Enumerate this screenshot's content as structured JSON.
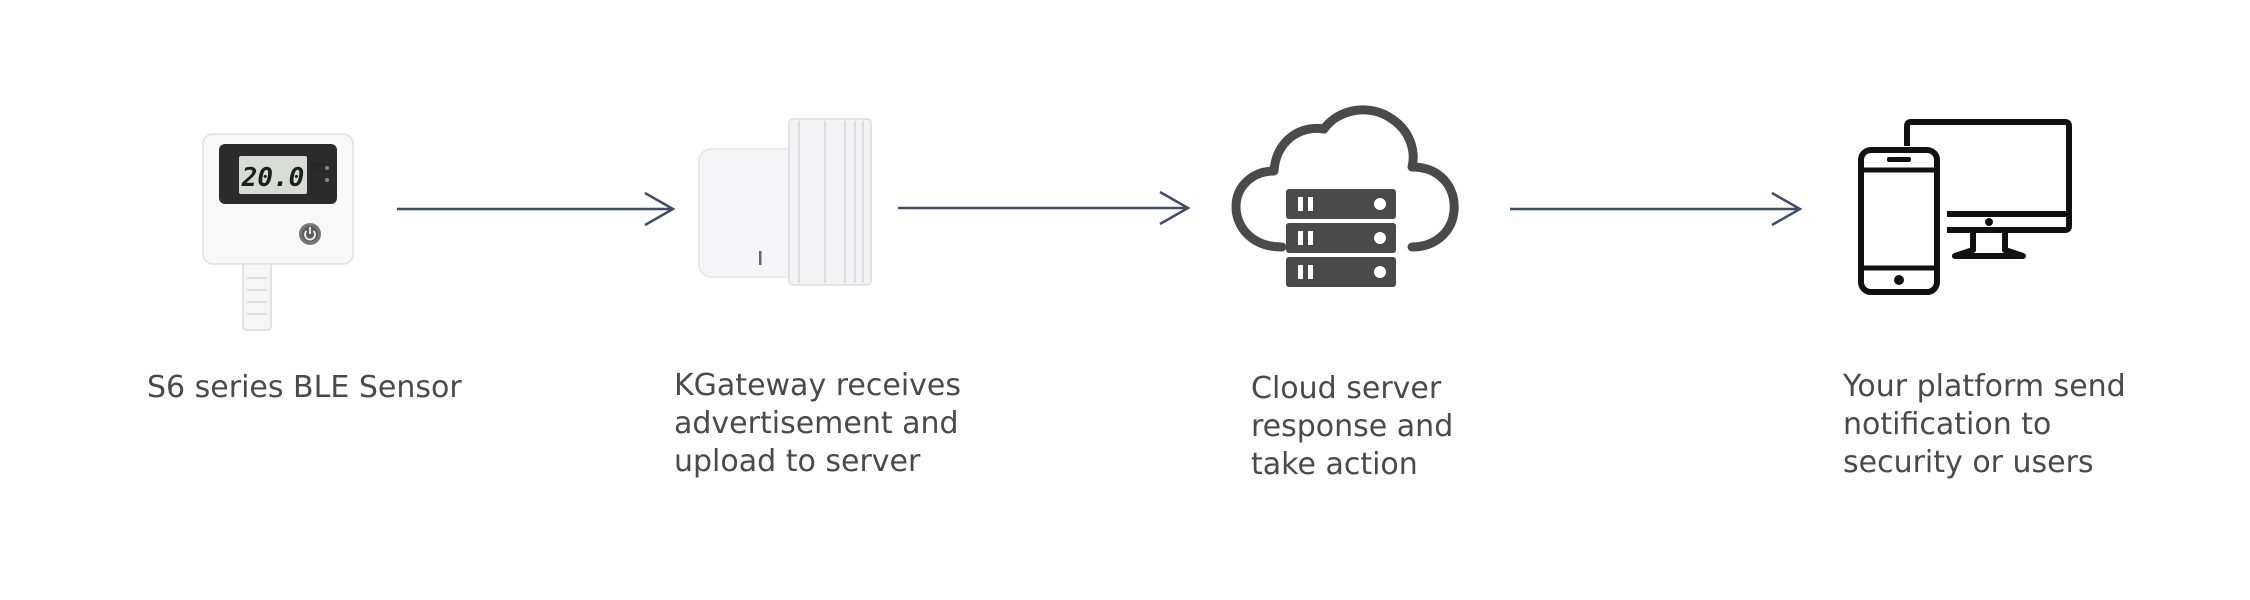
{
  "steps": [
    {
      "id": "sensor",
      "icon": "ble-sensor-icon",
      "caption": [
        "S6 series BLE Sensor"
      ],
      "display": {
        "reading": "20.0",
        "unit": "°C"
      }
    },
    {
      "id": "gateway",
      "icon": "gateway-device-icon",
      "caption": [
        "KGateway receives",
        "advertisement and",
        "upload to server"
      ]
    },
    {
      "id": "cloud",
      "icon": "cloud-server-icon",
      "caption": [
        "Cloud server",
        "response and",
        "take action"
      ]
    },
    {
      "id": "platform",
      "icon": "phone-and-monitor-icon",
      "caption": [
        "Your platform send",
        "notification to",
        "security or users"
      ]
    }
  ],
  "colors": {
    "arrow": "#3e4e66",
    "text": "#4a4a4a",
    "icon": "#1a1a1a",
    "cloud": "#4a4a4a"
  }
}
